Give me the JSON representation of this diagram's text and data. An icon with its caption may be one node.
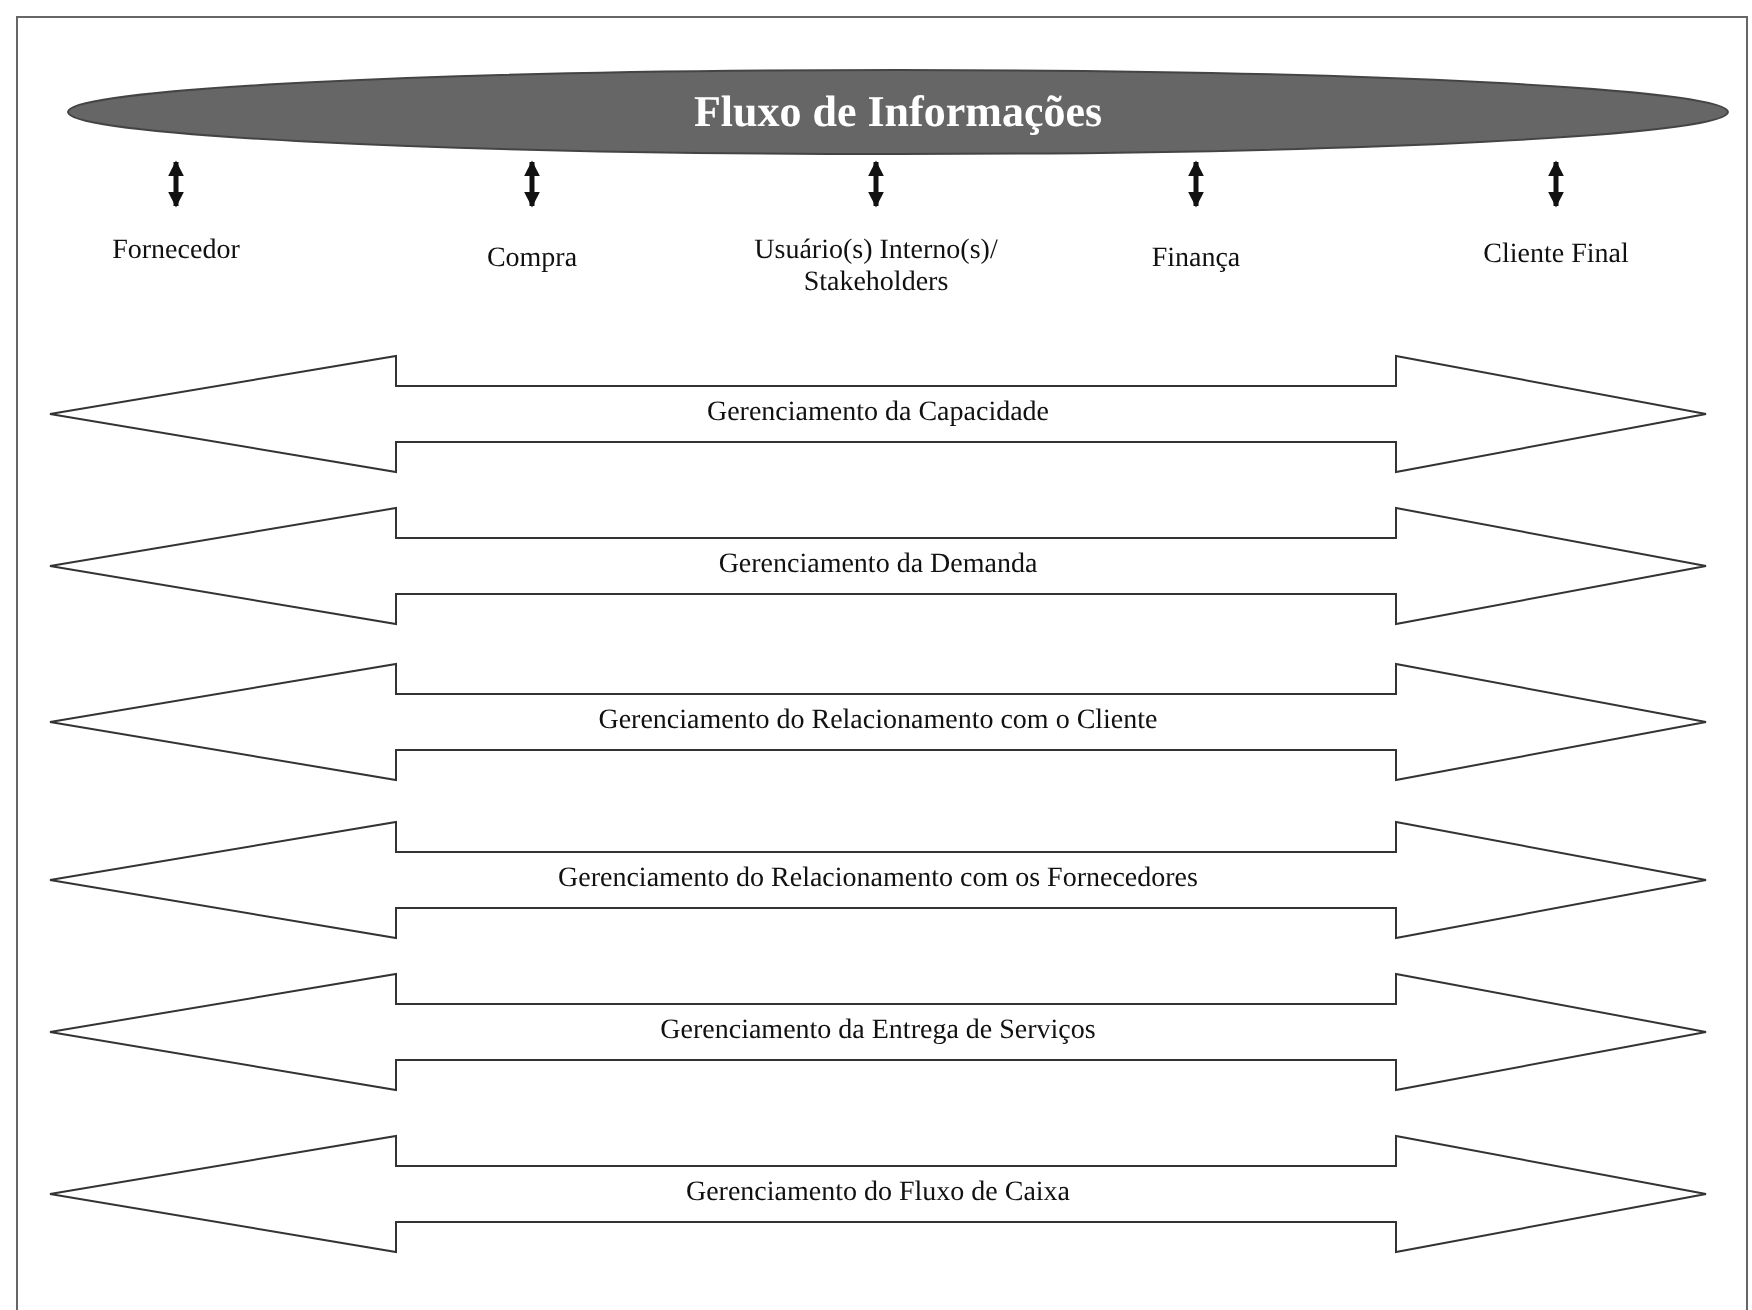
{
  "diagram": {
    "nodes": [
      {
        "text": [
          "Fluxo de Informações"
        ]
      },
      {
        "text": [
          "Fornecedor"
        ]
      },
      {
        "text": [
          "Compra"
        ]
      },
      {
        "text": [
          "Usuário(s) Interno(s)/ Stakeholders"
        ]
      },
      {
        "text": [
          "Finança"
        ]
      },
      {
        "text": [
          "Cliente Final"
        ]
      },
      {
        "text": [
          "Gerenciamento da Capacidade"
        ]
      },
      {
        "text": [
          "Gerenciamento da Demanda"
        ]
      },
      {
        "text": [
          "Gerenciamento do Relacionamento com o Cliente"
        ]
      },
      {
        "text": [
          "Gerenciamento do Relacionamento com os Fornecedores"
        ]
      },
      {
        "text": [
          "Gerenciamento da Entrega de Serviços"
        ]
      },
      {
        "text": [
          "Gerenciamento do Fluxo de Caixa"
        ]
      }
    ],
    "edges": [
      {
        "from": 0,
        "to": 1,
        "arrow": "both"
      },
      {
        "from": 0,
        "to": 2,
        "arrow": "both"
      },
      {
        "from": 0,
        "to": 3,
        "arrow": "both"
      },
      {
        "from": 0,
        "to": 4,
        "arrow": "both"
      },
      {
        "from": 0,
        "to": 5,
        "arrow": "both"
      }
    ]
  }
}
